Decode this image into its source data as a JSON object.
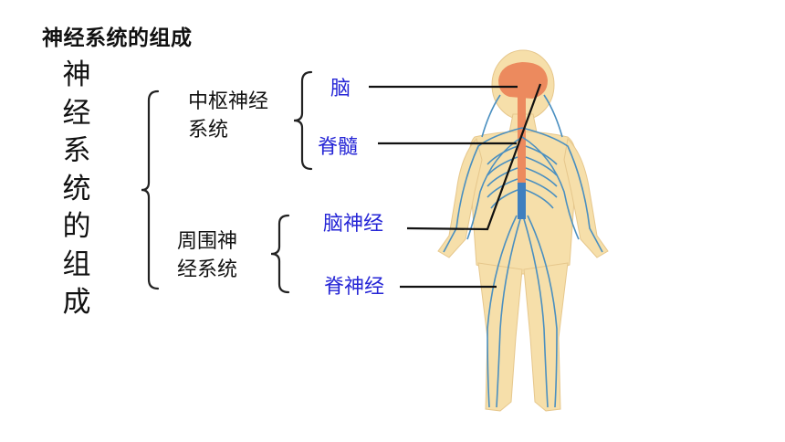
{
  "title": "神经系统的组成",
  "vertical_label": [
    "神",
    "经",
    "系",
    "统",
    "的",
    "组",
    "成"
  ],
  "central": {
    "line1": "中枢神经",
    "line2": "系统"
  },
  "peripheral": {
    "line1": "周围神",
    "line2": "经系统"
  },
  "parts": {
    "brain": "脑",
    "spinal_cord": "脊髓",
    "cranial_nerves": "脑神经",
    "spinal_nerves": "脊神经"
  },
  "colors": {
    "part_label": "#2626d6",
    "skin": "#f6dfaa",
    "nerve": "#4a8fc0",
    "brain": "#ec8a5e"
  }
}
